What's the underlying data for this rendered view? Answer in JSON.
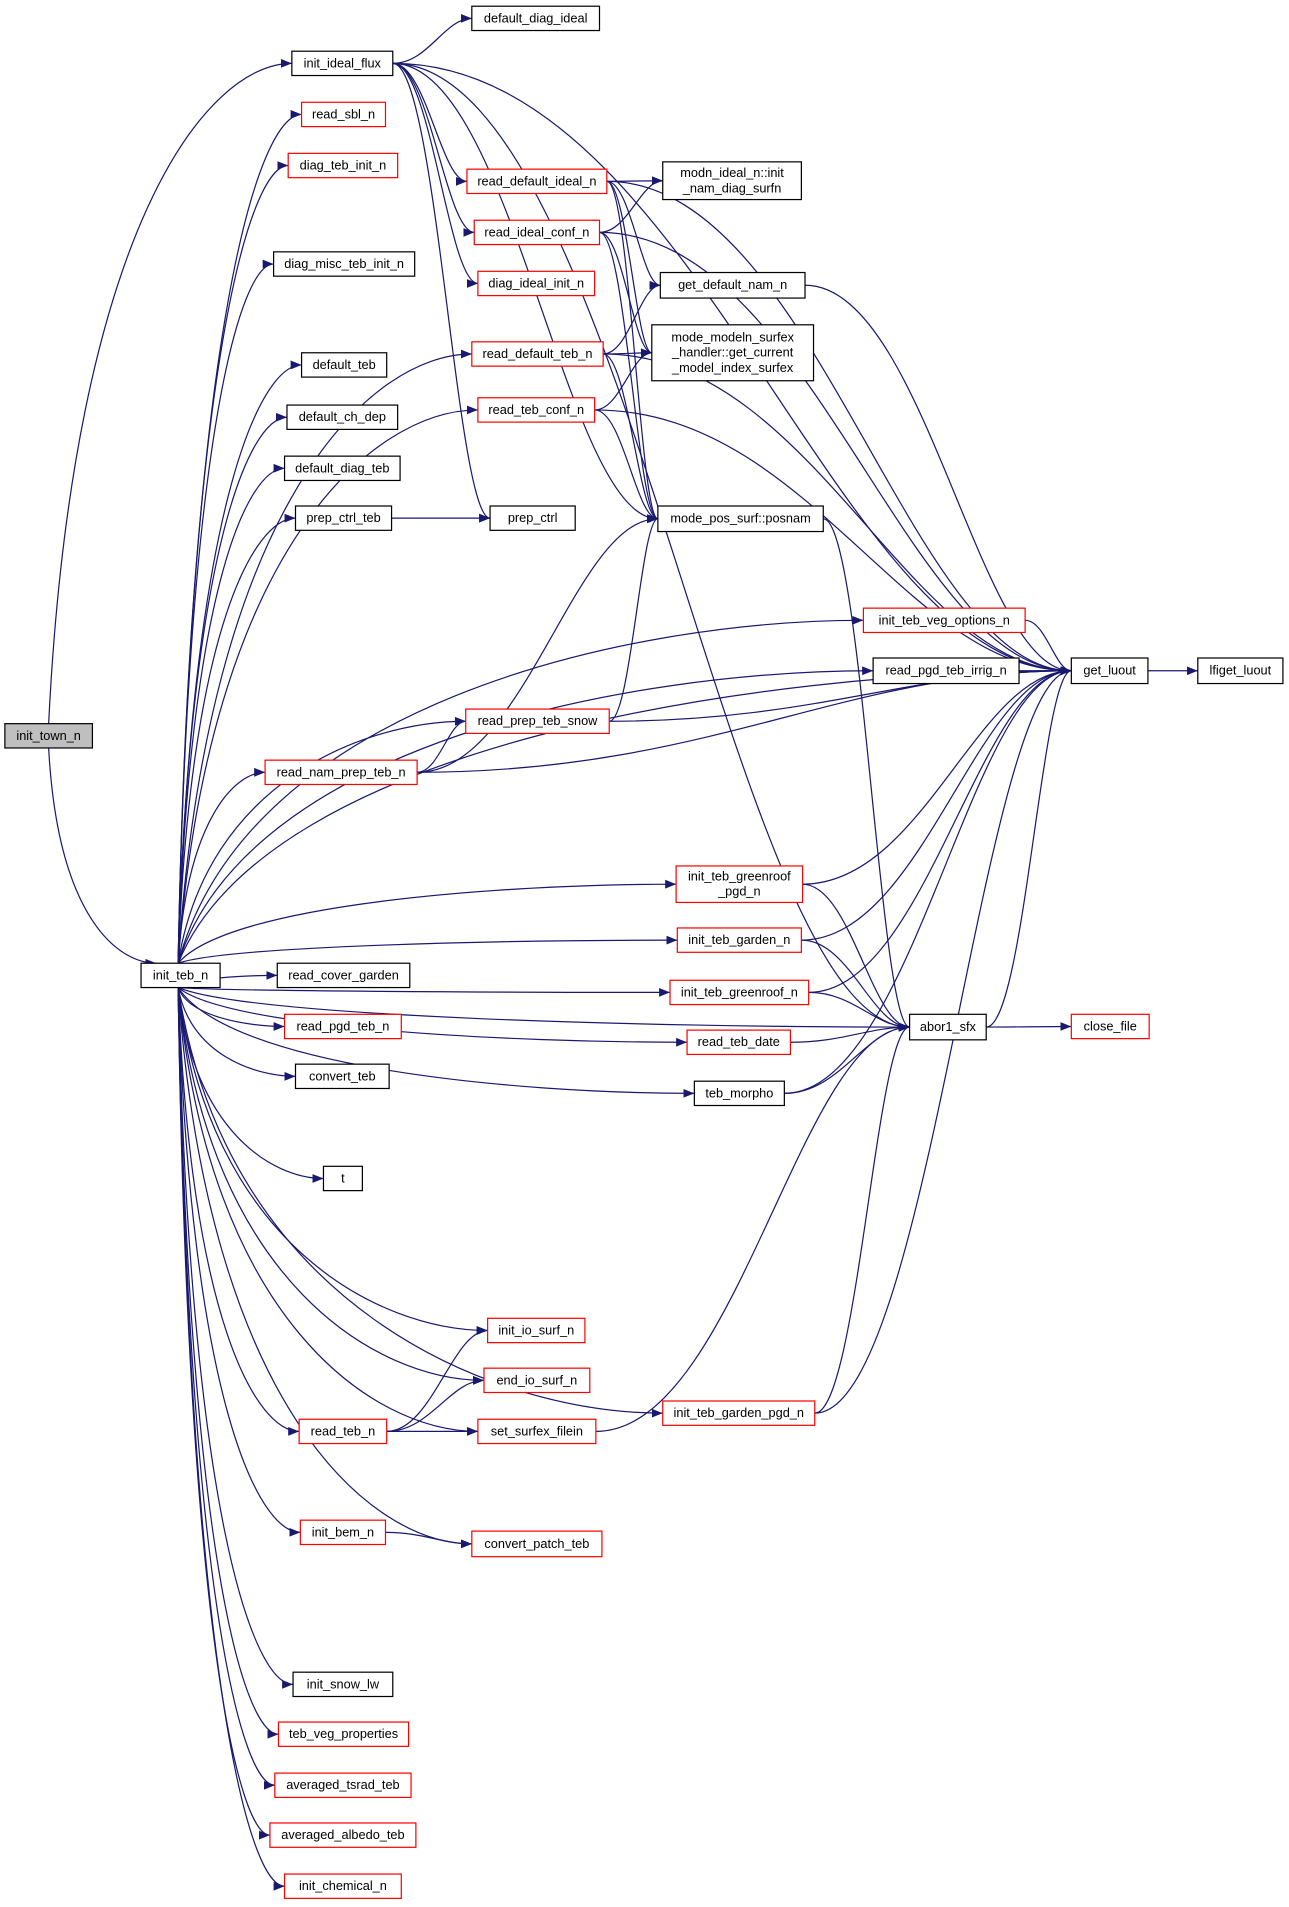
{
  "graph": {
    "colors": {
      "edge": "#191970",
      "root_fill": "#bfbfbf",
      "red_border": "#ff0000",
      "black_border": "#000000"
    },
    "nodes": [
      {
        "id": "init_town_n",
        "lines": [
          "init_town_n"
        ],
        "style": "root"
      },
      {
        "id": "init_teb_n",
        "lines": [
          "init_teb_n"
        ],
        "style": "black"
      },
      {
        "id": "default_diag_ideal",
        "lines": [
          "default_diag_ideal"
        ],
        "style": "black"
      },
      {
        "id": "init_ideal_flux",
        "lines": [
          "init_ideal_flux"
        ],
        "style": "black"
      },
      {
        "id": "read_sbl_n",
        "lines": [
          "read_sbl_n"
        ],
        "style": "red"
      },
      {
        "id": "diag_teb_init_n",
        "lines": [
          "diag_teb_init_n"
        ],
        "style": "red"
      },
      {
        "id": "diag_misc_teb_init_n",
        "lines": [
          "diag_misc_teb_init_n"
        ],
        "style": "black"
      },
      {
        "id": "default_teb",
        "lines": [
          "default_teb"
        ],
        "style": "black"
      },
      {
        "id": "default_ch_dep",
        "lines": [
          "default_ch_dep"
        ],
        "style": "black"
      },
      {
        "id": "default_diag_teb",
        "lines": [
          "default_diag_teb"
        ],
        "style": "black"
      },
      {
        "id": "prep_ctrl_teb",
        "lines": [
          "prep_ctrl_teb"
        ],
        "style": "black"
      },
      {
        "id": "prep_ctrl",
        "lines": [
          "prep_ctrl"
        ],
        "style": "black"
      },
      {
        "id": "read_default_ideal_n",
        "lines": [
          "read_default_ideal_n"
        ],
        "style": "red"
      },
      {
        "id": "read_ideal_conf_n",
        "lines": [
          "read_ideal_conf_n"
        ],
        "style": "red"
      },
      {
        "id": "diag_ideal_init_n",
        "lines": [
          "diag_ideal_init_n"
        ],
        "style": "red"
      },
      {
        "id": "read_default_teb_n",
        "lines": [
          "read_default_teb_n"
        ],
        "style": "red"
      },
      {
        "id": "read_teb_conf_n",
        "lines": [
          "read_teb_conf_n"
        ],
        "style": "red"
      },
      {
        "id": "modn_ideal",
        "lines": [
          "modn_ideal_n::init",
          "_nam_diag_surfn"
        ],
        "style": "black"
      },
      {
        "id": "get_default_nam_n",
        "lines": [
          "get_default_nam_n"
        ],
        "style": "black"
      },
      {
        "id": "mode_modeln",
        "lines": [
          "mode_modeln_surfex",
          "_handler::get_current",
          "_model_index_surfex"
        ],
        "style": "black"
      },
      {
        "id": "posnam",
        "lines": [
          "mode_pos_surf::posnam"
        ],
        "style": "black"
      },
      {
        "id": "get_luout",
        "lines": [
          "get_luout"
        ],
        "style": "black"
      },
      {
        "id": "lfiget_luout",
        "lines": [
          "lfiget_luout"
        ],
        "style": "black"
      },
      {
        "id": "init_teb_veg_options_n",
        "lines": [
          "init_teb_veg_options_n"
        ],
        "style": "red"
      },
      {
        "id": "read_pgd_teb_irrig_n",
        "lines": [
          "read_pgd_teb_irrig_n"
        ],
        "style": "black"
      },
      {
        "id": "read_prep_teb_snow",
        "lines": [
          "read_prep_teb_snow"
        ],
        "style": "red"
      },
      {
        "id": "read_nam_prep_teb_n",
        "lines": [
          "read_nam_prep_teb_n"
        ],
        "style": "red"
      },
      {
        "id": "init_teb_greenroof_pgd_n",
        "lines": [
          "init_teb_greenroof",
          "_pgd_n"
        ],
        "style": "red"
      },
      {
        "id": "init_teb_garden_n",
        "lines": [
          "init_teb_garden_n"
        ],
        "style": "red"
      },
      {
        "id": "init_teb_greenroof_n",
        "lines": [
          "init_teb_greenroof_n"
        ],
        "style": "red"
      },
      {
        "id": "abor1_sfx",
        "lines": [
          "abor1_sfx"
        ],
        "style": "black"
      },
      {
        "id": "close_file",
        "lines": [
          "close_file"
        ],
        "style": "red"
      },
      {
        "id": "read_cover_garden",
        "lines": [
          "read_cover_garden"
        ],
        "style": "black"
      },
      {
        "id": "read_pgd_teb_n",
        "lines": [
          "read_pgd_teb_n"
        ],
        "style": "red"
      },
      {
        "id": "convert_teb",
        "lines": [
          "convert_teb"
        ],
        "style": "black"
      },
      {
        "id": "read_teb_date",
        "lines": [
          "read_teb_date"
        ],
        "style": "red"
      },
      {
        "id": "teb_morpho",
        "lines": [
          "teb_morpho"
        ],
        "style": "black"
      },
      {
        "id": "t",
        "lines": [
          "t"
        ],
        "style": "black"
      },
      {
        "id": "init_io_surf_n",
        "lines": [
          "init_io_surf_n"
        ],
        "style": "red"
      },
      {
        "id": "end_io_surf_n",
        "lines": [
          "end_io_surf_n"
        ],
        "style": "red"
      },
      {
        "id": "read_teb_n",
        "lines": [
          "read_teb_n"
        ],
        "style": "red"
      },
      {
        "id": "set_surfex_filein",
        "lines": [
          "set_surfex_filein"
        ],
        "style": "red"
      },
      {
        "id": "init_teb_garden_pgd_n",
        "lines": [
          "init_teb_garden_pgd_n"
        ],
        "style": "red"
      },
      {
        "id": "init_bem_n",
        "lines": [
          "init_bem_n"
        ],
        "style": "red"
      },
      {
        "id": "convert_patch_teb",
        "lines": [
          "convert_patch_teb"
        ],
        "style": "red"
      },
      {
        "id": "init_snow_lw",
        "lines": [
          "init_snow_lw"
        ],
        "style": "black"
      },
      {
        "id": "teb_veg_properties",
        "lines": [
          "teb_veg_properties"
        ],
        "style": "red"
      },
      {
        "id": "averaged_tsrad_teb",
        "lines": [
          "averaged_tsrad_teb"
        ],
        "style": "red"
      },
      {
        "id": "averaged_albedo_teb",
        "lines": [
          "averaged_albedo_teb"
        ],
        "style": "red"
      },
      {
        "id": "init_chemical_n",
        "lines": [
          "init_chemical_n"
        ],
        "style": "red"
      }
    ],
    "edges": [
      [
        "init_town_n",
        "init_ideal_flux"
      ],
      [
        "init_town_n",
        "init_teb_n"
      ],
      [
        "init_ideal_flux",
        "default_diag_ideal"
      ],
      [
        "init_ideal_flux",
        "get_luout"
      ],
      [
        "init_ideal_flux",
        "read_default_ideal_n"
      ],
      [
        "init_ideal_flux",
        "read_ideal_conf_n"
      ],
      [
        "init_ideal_flux",
        "diag_ideal_init_n"
      ],
      [
        "init_ideal_flux",
        "prep_ctrl"
      ],
      [
        "init_ideal_flux",
        "posnam"
      ],
      [
        "init_ideal_flux",
        "abor1_sfx"
      ],
      [
        "init_teb_n",
        "read_sbl_n"
      ],
      [
        "init_teb_n",
        "diag_teb_init_n"
      ],
      [
        "init_teb_n",
        "diag_misc_teb_init_n"
      ],
      [
        "init_teb_n",
        "default_teb"
      ],
      [
        "init_teb_n",
        "default_ch_dep"
      ],
      [
        "init_teb_n",
        "default_diag_teb"
      ],
      [
        "init_teb_n",
        "prep_ctrl_teb"
      ],
      [
        "init_teb_n",
        "read_default_teb_n"
      ],
      [
        "init_teb_n",
        "read_teb_conf_n"
      ],
      [
        "init_teb_n",
        "get_luout"
      ],
      [
        "init_teb_n",
        "init_teb_veg_options_n"
      ],
      [
        "init_teb_n",
        "read_pgd_teb_irrig_n"
      ],
      [
        "init_teb_n",
        "read_prep_teb_snow"
      ],
      [
        "init_teb_n",
        "read_nam_prep_teb_n"
      ],
      [
        "init_teb_n",
        "init_teb_greenroof_pgd_n"
      ],
      [
        "init_teb_n",
        "init_teb_garden_n"
      ],
      [
        "init_teb_n",
        "init_teb_greenroof_n"
      ],
      [
        "init_teb_n",
        "read_cover_garden"
      ],
      [
        "init_teb_n",
        "read_pgd_teb_n"
      ],
      [
        "init_teb_n",
        "convert_teb"
      ],
      [
        "init_teb_n",
        "teb_morpho"
      ],
      [
        "init_teb_n",
        "t"
      ],
      [
        "init_teb_n",
        "read_teb_date"
      ],
      [
        "init_teb_n",
        "init_io_surf_n"
      ],
      [
        "init_teb_n",
        "end_io_surf_n"
      ],
      [
        "init_teb_n",
        "read_teb_n"
      ],
      [
        "init_teb_n",
        "set_surfex_filein"
      ],
      [
        "init_teb_n",
        "init_teb_garden_pgd_n"
      ],
      [
        "init_teb_n",
        "init_bem_n"
      ],
      [
        "init_teb_n",
        "convert_patch_teb"
      ],
      [
        "init_teb_n",
        "abor1_sfx"
      ],
      [
        "init_teb_n",
        "init_snow_lw"
      ],
      [
        "init_teb_n",
        "teb_veg_properties"
      ],
      [
        "init_teb_n",
        "averaged_tsrad_teb"
      ],
      [
        "init_teb_n",
        "averaged_albedo_teb"
      ],
      [
        "init_teb_n",
        "init_chemical_n"
      ],
      [
        "read_default_ideal_n",
        "modn_ideal"
      ],
      [
        "read_default_ideal_n",
        "get_default_nam_n"
      ],
      [
        "read_default_ideal_n",
        "mode_modeln"
      ],
      [
        "read_default_ideal_n",
        "posnam"
      ],
      [
        "read_default_ideal_n",
        "get_luout"
      ],
      [
        "read_ideal_conf_n",
        "modn_ideal"
      ],
      [
        "read_ideal_conf_n",
        "mode_modeln"
      ],
      [
        "read_ideal_conf_n",
        "posnam"
      ],
      [
        "read_ideal_conf_n",
        "get_luout"
      ],
      [
        "read_default_teb_n",
        "get_default_nam_n"
      ],
      [
        "read_default_teb_n",
        "mode_modeln"
      ],
      [
        "read_default_teb_n",
        "posnam"
      ],
      [
        "read_default_teb_n",
        "get_luout"
      ],
      [
        "read_teb_conf_n",
        "mode_modeln"
      ],
      [
        "read_teb_conf_n",
        "posnam"
      ],
      [
        "read_teb_conf_n",
        "get_luout"
      ],
      [
        "get_default_nam_n",
        "get_luout"
      ],
      [
        "prep_ctrl_teb",
        "prep_ctrl"
      ],
      [
        "posnam",
        "abor1_sfx"
      ],
      [
        "init_teb_veg_options_n",
        "get_luout"
      ],
      [
        "read_pgd_teb_irrig_n",
        "get_luout"
      ],
      [
        "get_luout",
        "lfiget_luout"
      ],
      [
        "read_prep_teb_snow",
        "posnam"
      ],
      [
        "read_prep_teb_snow",
        "get_luout"
      ],
      [
        "read_nam_prep_teb_n",
        "read_prep_teb_snow"
      ],
      [
        "read_nam_prep_teb_n",
        "posnam"
      ],
      [
        "read_nam_prep_teb_n",
        "get_luout"
      ],
      [
        "init_teb_greenroof_pgd_n",
        "get_luout"
      ],
      [
        "init_teb_greenroof_pgd_n",
        "abor1_sfx"
      ],
      [
        "init_teb_garden_n",
        "get_luout"
      ],
      [
        "init_teb_garden_n",
        "abor1_sfx"
      ],
      [
        "init_teb_greenroof_n",
        "get_luout"
      ],
      [
        "init_teb_greenroof_n",
        "abor1_sfx"
      ],
      [
        "abor1_sfx",
        "get_luout"
      ],
      [
        "abor1_sfx",
        "close_file"
      ],
      [
        "read_teb_date",
        "abor1_sfx"
      ],
      [
        "teb_morpho",
        "abor1_sfx"
      ],
      [
        "teb_morpho",
        "get_luout"
      ],
      [
        "read_teb_n",
        "init_io_surf_n"
      ],
      [
        "read_teb_n",
        "end_io_surf_n"
      ],
      [
        "read_teb_n",
        "set_surfex_filein"
      ],
      [
        "set_surfex_filein",
        "abor1_sfx"
      ],
      [
        "init_teb_garden_pgd_n",
        "abor1_sfx"
      ],
      [
        "init_teb_garden_pgd_n",
        "get_luout"
      ],
      [
        "init_bem_n",
        "convert_patch_teb"
      ]
    ]
  }
}
